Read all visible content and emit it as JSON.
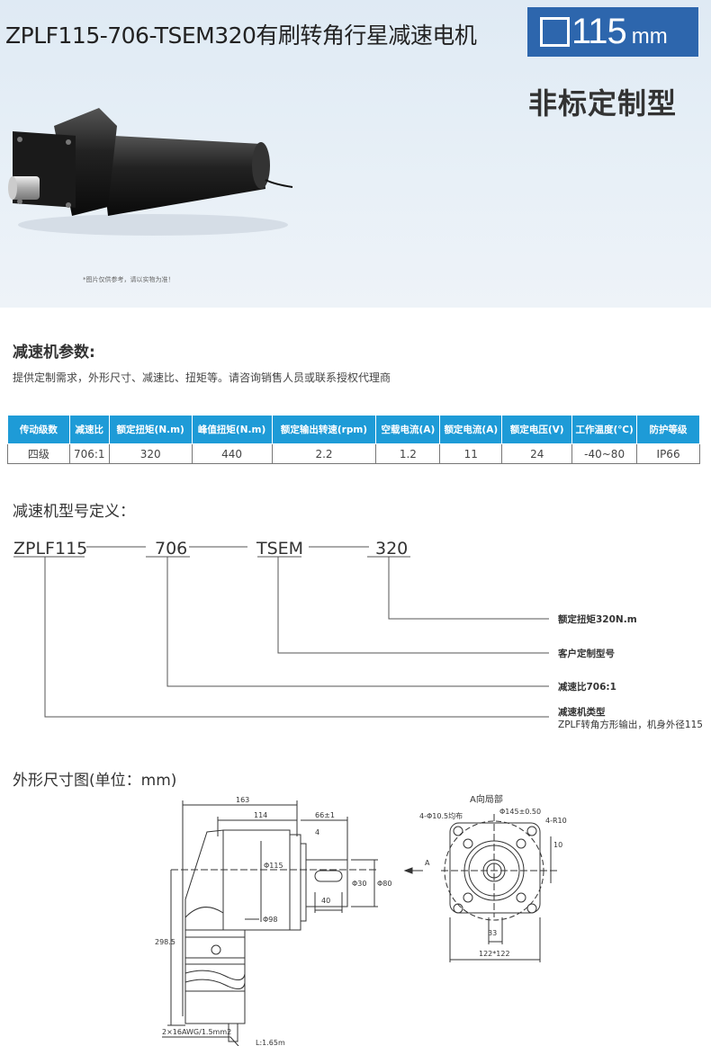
{
  "header": {
    "title": "ZPLF115-706-TSEM320有刷转角行星减速电机",
    "size_value": "115",
    "size_unit": "mm",
    "subtitle": "非标定制型",
    "photo_note": "*图片仅供参考，请以实物为准！"
  },
  "params": {
    "heading": "减速机参数:",
    "description": "提供定制需求，外形尺寸、减速比、扭矩等。请咨询销售人员或联系授权代理商",
    "columns": [
      "传动级数",
      "减速比",
      "额定扭矩(N.m)",
      "峰值扭矩(N.m)",
      "额定输出转速(rpm)",
      "空载电流(A)",
      "额定电流(A)",
      "额定电压(V)",
      "工作温度(℃)",
      "防护等级"
    ],
    "rows": [
      [
        "四级",
        "706:1",
        "320",
        "440",
        "2.2",
        "1.2",
        "11",
        "24",
        "-40~80",
        "IP66"
      ]
    ]
  },
  "model": {
    "heading": "减速机型号定义：",
    "parts": [
      "ZPLF115",
      "706",
      "TSEM",
      "320"
    ],
    "labels": [
      "额定扭矩320N.m",
      "客户定制型号",
      "减速比706:1",
      "减速机类型"
    ],
    "sublabel": "ZPLF转角方形输出，机身外径115"
  },
  "dims": {
    "heading": "外形尺寸图(单位：mm)",
    "d163": "163",
    "d114": "114",
    "d66": "66±1",
    "d4": "4",
    "dphi115": "Φ115",
    "dphi98": "Φ98",
    "d40": "40",
    "dphi30": "Φ30",
    "dphi80": "Φ80",
    "dlen": "298.5",
    "cable": "2×16AWG/1.5mm2",
    "cable2": "L:1.65m",
    "viewA": "A向局部",
    "holes": "4-Φ10.5均布",
    "pcd": "Φ145±0.50",
    "r10": "4-R10",
    "d10": "10",
    "arrowA": "A",
    "d33": "33",
    "d122": "122*122"
  },
  "colors": {
    "accent": "#2d66ad",
    "table_header": "#1e9bd7"
  }
}
